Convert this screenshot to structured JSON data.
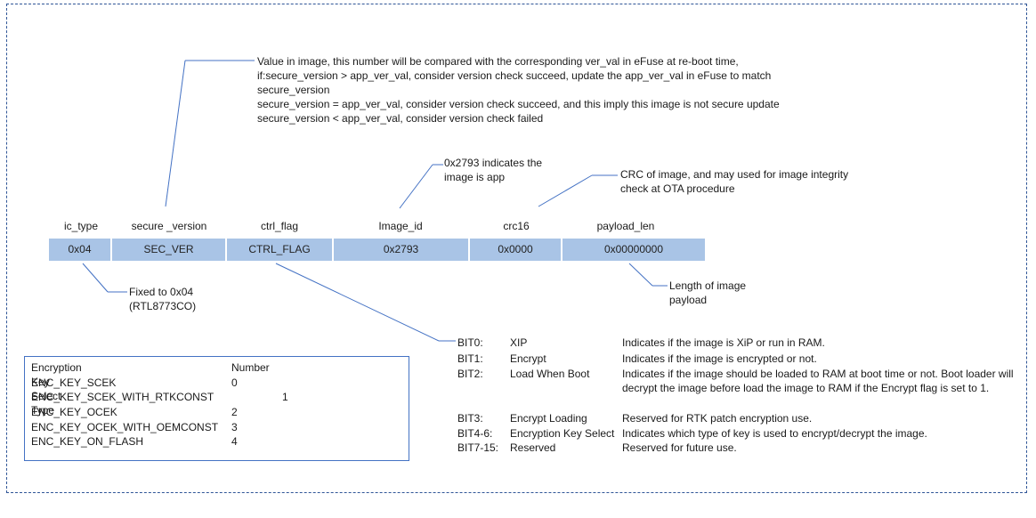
{
  "version_note": [
    "Value in image, this number will be compared with the corresponding ver_val in eFuse at re-boot time,",
    "if:secure_version > app_ver_val, consider version check succeed, update the app_ver_val in eFuse to match",
    "secure_version",
    "secure_version = app_ver_val, consider version check succeed, and this imply this image is not secure update",
    "secure_version < app_ver_val, consider version check failed"
  ],
  "image_id_note": [
    "0x2793 indicates the",
    "image is app"
  ],
  "crc_note": [
    "CRC of image, and may used for image integrity",
    "check at OTA procedure"
  ],
  "fields": [
    {
      "header": "ic_type",
      "value": "0x04"
    },
    {
      "header": "secure _version",
      "value": "SEC_VER"
    },
    {
      "header": "ctrl_flag",
      "value": "CTRL_FLAG"
    },
    {
      "header": "Image_id",
      "value": "0x2793"
    },
    {
      "header": "crc16",
      "value": "0x0000"
    },
    {
      "header": "payload_len",
      "value": "0x00000000"
    }
  ],
  "ic_type_note": [
    "Fixed to 0x04",
    "(RTL8773CO)"
  ],
  "payload_note": [
    "Length of image",
    "payload"
  ],
  "key_table": {
    "header": {
      "name": "Encryption Key Select Type",
      "number": "Number"
    },
    "rows": [
      {
        "name": "ENC_KEY_SCEK",
        "number": "0"
      },
      {
        "name": "ENC_KEY_SCEK_WITH_RTKCONST",
        "number": "1"
      },
      {
        "name": "ENC_KEY_OCEK",
        "number": "2"
      },
      {
        "name": "ENC_KEY_OCEK_WITH_OEMCONST",
        "number": "3"
      },
      {
        "name": "ENC_KEY_ON_FLASH",
        "number": "4"
      }
    ]
  },
  "ctrl_bits": [
    {
      "bit": "BIT0:",
      "name": "XIP",
      "desc": "Indicates if the image is XiP or run in RAM."
    },
    {
      "bit": "BIT1:",
      "name": "Encrypt",
      "desc": "Indicates if the image is encrypted or not."
    },
    {
      "bit": "BIT2:",
      "name": "Load When Boot",
      "desc": "Indicates if the image should be loaded to RAM at boot time or not. Boot loader will decrypt the image before load the image to RAM if the Encrypt flag is set to 1."
    },
    {
      "bit": "BIT3:",
      "name": "Encrypt Loading",
      "desc": "Reserved for RTK patch encryption use."
    },
    {
      "bit": "BIT4-6:",
      "name": "Encryption Key Select",
      "desc": "Indicates which type of key is used to encrypt/decrypt the image."
    },
    {
      "bit": "BIT7-15:",
      "name": "Reserved",
      "desc": "Reserved for future use."
    }
  ]
}
